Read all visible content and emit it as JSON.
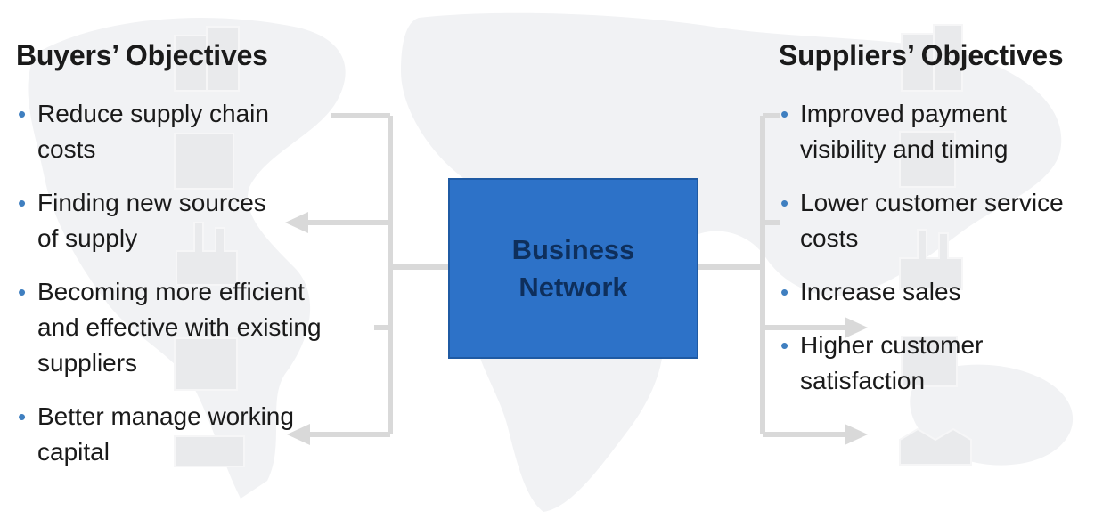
{
  "buyers": {
    "heading": "Buyers’ Objectives",
    "items": [
      {
        "label": "Reduce supply chain\ncosts"
      },
      {
        "label": "Finding new sources\nof supply"
      },
      {
        "label": "Becoming more efficient\nand effective with existing\nsuppliers"
      },
      {
        "label": "Better manage working\ncapital"
      }
    ]
  },
  "suppliers": {
    "heading": "Suppliers’ Objectives",
    "items": [
      {
        "label": "Improved payment\nvisibility and timing"
      },
      {
        "label": "Lower customer service\ncosts"
      },
      {
        "label": "Increase sales"
      },
      {
        "label": "Higher customer\nsatisfaction"
      }
    ]
  },
  "center": {
    "label": "Business\nNetwork",
    "fill_color": "#2d72c8"
  },
  "bullet_glyph": "•",
  "colors": {
    "bullet": "#3f7fc0",
    "connector": "#d9d9d9",
    "background_map": "#f1f2f4"
  }
}
